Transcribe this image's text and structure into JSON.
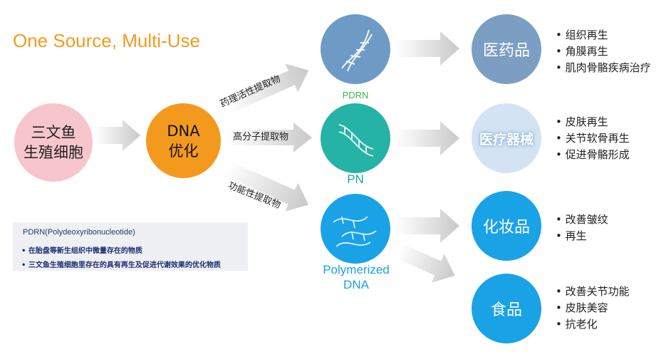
{
  "title": "One Source, Multi-Use",
  "source": {
    "line1": "三文鱼",
    "line2": "生殖细胞"
  },
  "process": {
    "line1": "DNA",
    "line2": "优化"
  },
  "extractions": {
    "top": "药理活性提取物",
    "middle": "高分子提取物",
    "bottom": "功能性提取物"
  },
  "materials": [
    {
      "label": "PDRN",
      "color": "#6E9BC5"
    },
    {
      "label": "PN",
      "color": "#24B3A6"
    },
    {
      "label_line1": "Polymerized",
      "label_line2": "DNA",
      "color": "#1AA2E6"
    }
  ],
  "products": [
    {
      "name": "医药品",
      "benefits": [
        "组织再生",
        "角膜再生",
        "肌肉骨骼疾病治疗"
      ]
    },
    {
      "name": "医疗器械",
      "benefits": [
        "皮肤再生",
        "关节软骨再生",
        "促进骨骼形成"
      ]
    },
    {
      "name": "化妆品",
      "benefits": [
        "改善皱纹",
        "再生"
      ]
    },
    {
      "name": "食品",
      "benefits": [
        "改善关节功能",
        "皮肤美容",
        "抗老化"
      ]
    }
  ],
  "note": {
    "heading": "PDRN(Polydeoxyribonucleotide)",
    "bullets": [
      "在胎盘等新生组织中微量存在的物质",
      "三文鱼生殖细胞里存在的具有再生及促进代谢效果的优化物质"
    ]
  }
}
